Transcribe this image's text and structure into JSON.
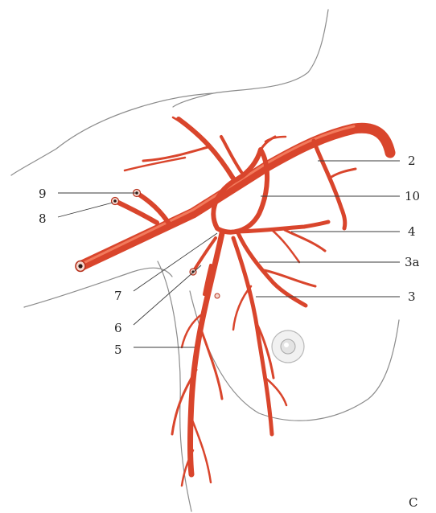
{
  "colors": {
    "artery": "#d9452c",
    "artery_highlight": "#f27a5c",
    "outline": "#8c8c8c",
    "label": "#222222"
  },
  "labels": {
    "n2": "2",
    "n10": "10",
    "n4": "4",
    "n3a": "3a",
    "n3": "3",
    "n9": "9",
    "n8": "8",
    "n7": "7",
    "n6": "6",
    "n5": "5",
    "panel": "C"
  }
}
